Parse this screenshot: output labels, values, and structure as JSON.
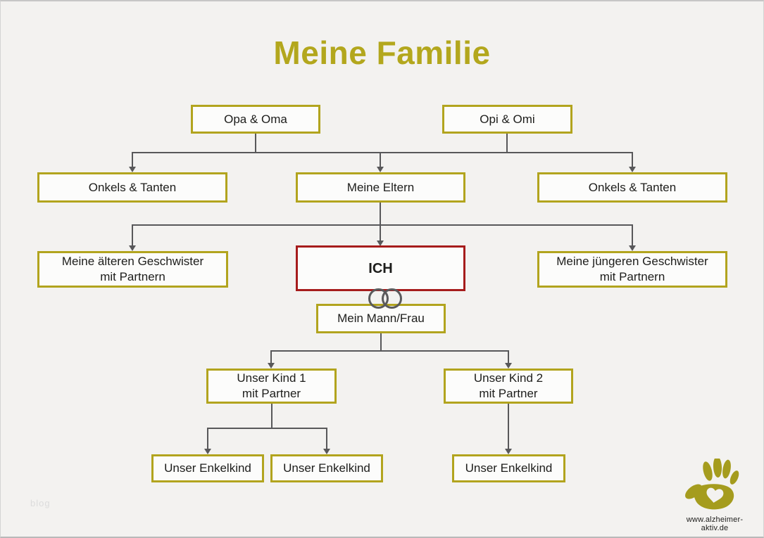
{
  "title": "Meine Familie",
  "watermark": "blog",
  "footer": {
    "website": "www.alzheimer-aktiv.de"
  },
  "colors": {
    "accent_olive": "#b2a41e",
    "accent_red": "#a61c1c",
    "connector_gray": "#58585a",
    "background": "#f3f2f0"
  },
  "icons": {
    "rings": "wedding-rings-icon",
    "logo": "handprint-icon"
  },
  "tree": {
    "nodes": {
      "opa_oma": "Opa & Oma",
      "opi_omi": "Opi & Omi",
      "onkels_tanten_links": "Onkels & Tanten",
      "meine_eltern": "Meine Eltern",
      "onkels_tanten_rechts": "Onkels & Tanten",
      "aeltere_geschwister": "Meine älteren Geschwister\nmit Partnern",
      "ich": "ICH",
      "juengere_geschwister": "Meine jüngeren Geschwister\nmit Partnern",
      "mann_frau": "Mein Mann/Frau",
      "kind_1": "Unser Kind 1\nmit Partner",
      "kind_2": "Unser Kind 2\nmit Partner",
      "enkelkind_1": "Unser Enkelkind",
      "enkelkind_2": "Unser Enkelkind",
      "enkelkind_3": "Unser Enkelkind"
    },
    "edges": [
      [
        "opa_oma",
        "onkels_tanten_links"
      ],
      [
        "opa_oma",
        "meine_eltern"
      ],
      [
        "opi_omi",
        "meine_eltern"
      ],
      [
        "opi_omi",
        "onkels_tanten_rechts"
      ],
      [
        "meine_eltern",
        "aeltere_geschwister"
      ],
      [
        "meine_eltern",
        "ich"
      ],
      [
        "meine_eltern",
        "juengere_geschwister"
      ],
      [
        "ich+mann_frau",
        "kind_1"
      ],
      [
        "ich+mann_frau",
        "kind_2"
      ],
      [
        "kind_1",
        "enkelkind_1"
      ],
      [
        "kind_1",
        "enkelkind_2"
      ],
      [
        "kind_2",
        "enkelkind_3"
      ]
    ]
  }
}
